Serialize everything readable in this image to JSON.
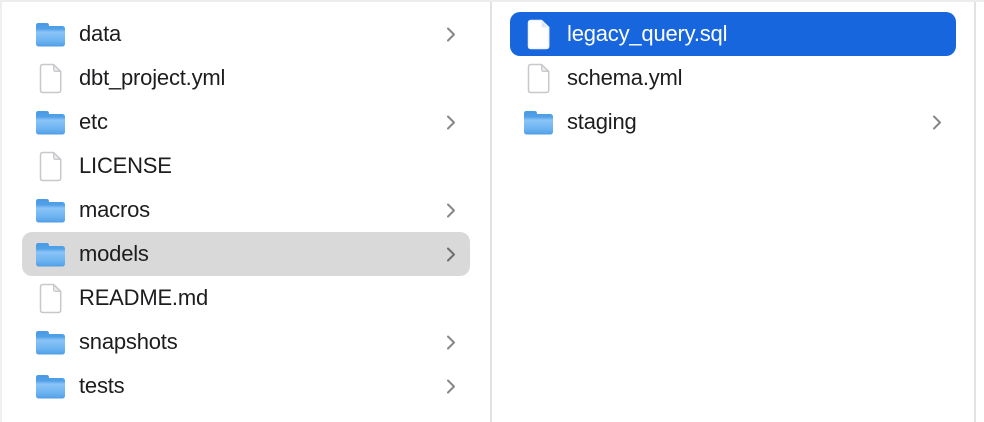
{
  "app": {
    "view": "finder-column-view"
  },
  "colors": {
    "selection_active_bg": "#1766dd",
    "selection_active_text": "#ffffff",
    "selection_inactive_bg": "#d9d9d9",
    "text": "#1d1d1f",
    "chevron": "#86868b",
    "divider": "#e2e2e2",
    "folder_blue_dark": "#4f9fe7",
    "folder_blue_light": "#8ac4f7"
  },
  "columns": [
    {
      "id": "left",
      "items": [
        {
          "label": "data",
          "type": "folder",
          "chevron": true,
          "selected": false
        },
        {
          "label": "dbt_project.yml",
          "type": "file",
          "chevron": false,
          "selected": false
        },
        {
          "label": "etc",
          "type": "folder",
          "chevron": true,
          "selected": false
        },
        {
          "label": "LICENSE",
          "type": "file",
          "chevron": false,
          "selected": false
        },
        {
          "label": "macros",
          "type": "folder",
          "chevron": true,
          "selected": false
        },
        {
          "label": "models",
          "type": "folder",
          "chevron": true,
          "selected": true,
          "selection": "inactive"
        },
        {
          "label": "README.md",
          "type": "file",
          "chevron": false,
          "selected": false
        },
        {
          "label": "snapshots",
          "type": "folder",
          "chevron": true,
          "selected": false
        },
        {
          "label": "tests",
          "type": "folder",
          "chevron": true,
          "selected": false
        }
      ]
    },
    {
      "id": "right",
      "items": [
        {
          "label": "legacy_query.sql",
          "type": "file",
          "chevron": false,
          "selected": true,
          "selection": "active"
        },
        {
          "label": "schema.yml",
          "type": "file",
          "chevron": false,
          "selected": false
        },
        {
          "label": "staging",
          "type": "folder",
          "chevron": true,
          "selected": false
        }
      ]
    }
  ]
}
